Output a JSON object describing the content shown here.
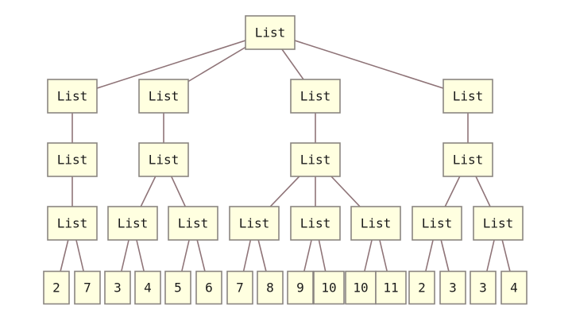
{
  "tree": {
    "label": "List",
    "children": [
      {
        "label": "List",
        "children": [
          {
            "label": "List",
            "children": [
              {
                "label": "List",
                "children": [
                  {
                    "label": "2"
                  },
                  {
                    "label": "7"
                  }
                ]
              }
            ]
          }
        ]
      },
      {
        "label": "List",
        "children": [
          {
            "label": "List",
            "children": [
              {
                "label": "List",
                "children": [
                  {
                    "label": "3"
                  },
                  {
                    "label": "4"
                  }
                ]
              },
              {
                "label": "List",
                "children": [
                  {
                    "label": "5"
                  },
                  {
                    "label": "6"
                  }
                ]
              }
            ]
          }
        ]
      },
      {
        "label": "List",
        "children": [
          {
            "label": "List",
            "children": [
              {
                "label": "List",
                "children": [
                  {
                    "label": "7"
                  },
                  {
                    "label": "8"
                  }
                ]
              },
              {
                "label": "List",
                "children": [
                  {
                    "label": "9"
                  },
                  {
                    "label": "10"
                  }
                ]
              },
              {
                "label": "List",
                "children": [
                  {
                    "label": "10"
                  },
                  {
                    "label": "11"
                  }
                ]
              }
            ]
          }
        ]
      },
      {
        "label": "List",
        "children": [
          {
            "label": "List",
            "children": [
              {
                "label": "List",
                "children": [
                  {
                    "label": "2"
                  },
                  {
                    "label": "3"
                  }
                ]
              },
              {
                "label": "List",
                "children": [
                  {
                    "label": "3"
                  },
                  {
                    "label": "4"
                  }
                ]
              }
            ]
          }
        ]
      }
    ]
  },
  "colors": {
    "node_fill": "#ffffe0",
    "node_border": "#8a8580",
    "edge": "#8f7478"
  }
}
